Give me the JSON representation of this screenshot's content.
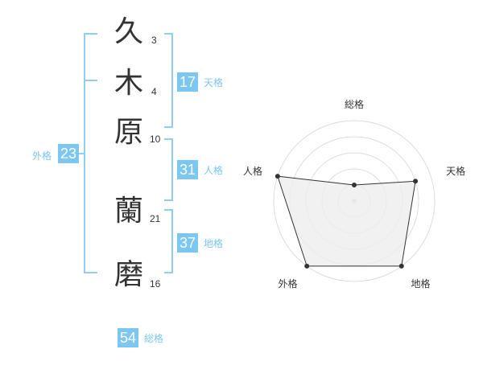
{
  "name_chars": [
    {
      "char": "久",
      "strokes": "3"
    },
    {
      "char": "木",
      "strokes": "4"
    },
    {
      "char": "原",
      "strokes": "10"
    },
    {
      "char": "蘭",
      "strokes": "21"
    },
    {
      "char": "磨",
      "strokes": "16"
    }
  ],
  "fortunes": {
    "tenkaku": {
      "value": "17",
      "label": "天格"
    },
    "jinkaku": {
      "value": "31",
      "label": "人格"
    },
    "chikaku": {
      "value": "37",
      "label": "地格"
    },
    "gaikaku": {
      "value": "23",
      "label": "外格"
    },
    "soukaku": {
      "value": "54",
      "label": "総格"
    }
  },
  "colors": {
    "accent": "#7cc6f2",
    "bracket": "#8fcdf2",
    "polygon_fill": "#eeeeee"
  },
  "chart_data": {
    "type": "radar",
    "axes": [
      "総格",
      "天格",
      "地格",
      "外格",
      "人格"
    ],
    "values": [
      1,
      4,
      5,
      5,
      5
    ],
    "max": 5
  }
}
